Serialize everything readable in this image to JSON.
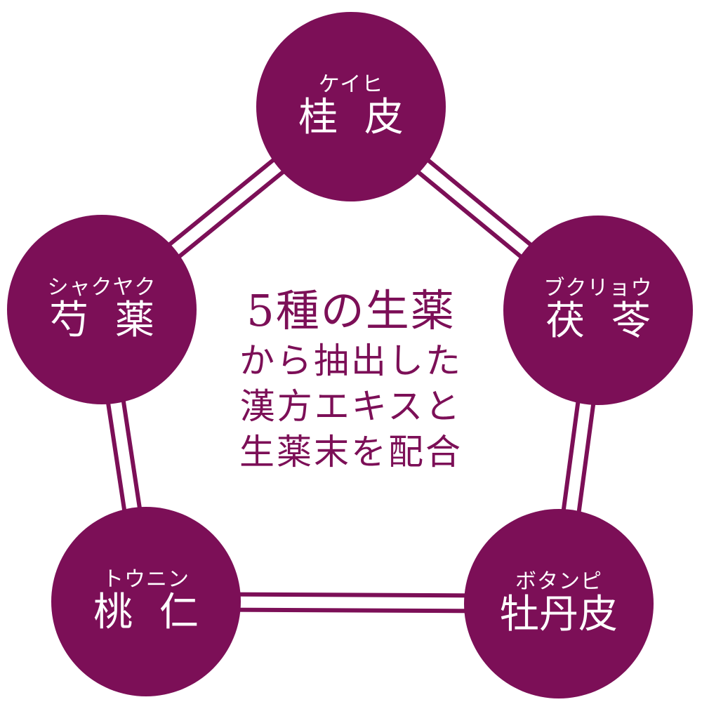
{
  "diagram": {
    "accent_color": "#7c0f57",
    "nodes": [
      {
        "id": "keihi",
        "reading": "ケイヒ",
        "name": "桂 皮"
      },
      {
        "id": "bukuryo",
        "reading": "ブクリョウ",
        "name": "茯 苓"
      },
      {
        "id": "botanpi",
        "reading": "ボタンピ",
        "name": "牡丹皮"
      },
      {
        "id": "tounin",
        "reading": "トウニン",
        "name": "桃 仁"
      },
      {
        "id": "shakuyaku",
        "reading": "シャクヤク",
        "name": "芍 薬"
      }
    ],
    "center": {
      "headline": "5種の生薬",
      "lines": [
        "から抽出した",
        "漢方エキスと",
        "生薬末を配合"
      ]
    }
  }
}
